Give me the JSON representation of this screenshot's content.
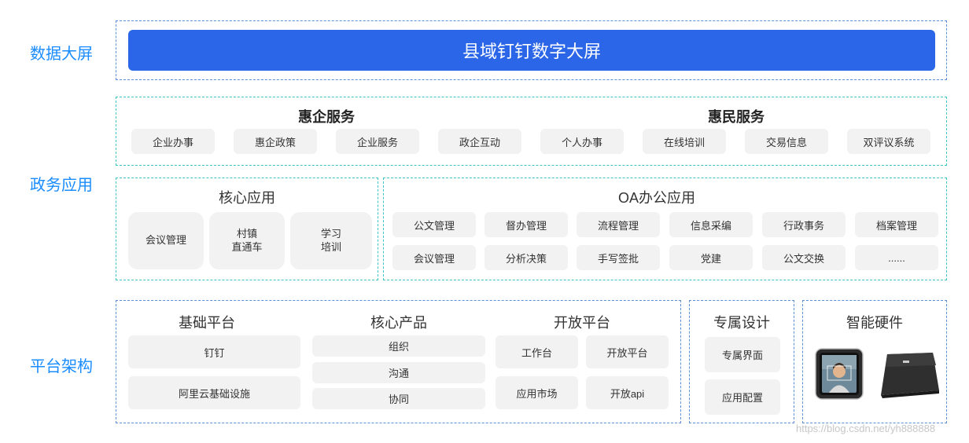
{
  "labels": {
    "data_screen": "数据大屏",
    "gov_apps": "政务应用",
    "platform": "平台架构"
  },
  "banner": {
    "title": "县域钉钉数字大屏"
  },
  "services": {
    "enterprise_title": "惠企服务",
    "citizen_title": "惠民服务",
    "items": [
      "企业办事",
      "惠企政策",
      "企业服务",
      "政企互动",
      "个人办事",
      "在线培训",
      "交易信息",
      "双评议系统"
    ]
  },
  "core_apps": {
    "title": "核心应用",
    "items": [
      "会议管理",
      "村镇\n直通车",
      "学习\n培训"
    ]
  },
  "oa_apps": {
    "title": "OA办公应用",
    "items": [
      "公文管理",
      "督办管理",
      "流程管理",
      "信息采编",
      "行政事务",
      "档案管理",
      "会议管理",
      "分析决策",
      "手写签批",
      "党建",
      "公文交换",
      "......"
    ]
  },
  "platform": {
    "base": {
      "title": "基础平台",
      "items": [
        "钉钉",
        "阿里云基础设施"
      ]
    },
    "core_products": {
      "title": "核心产品",
      "items": [
        "组织",
        "沟通",
        "协同"
      ]
    },
    "open_platform": {
      "title": "开放平台",
      "items": [
        "工作台",
        "开放平台",
        "应用市场",
        "开放api"
      ]
    },
    "custom_design": {
      "title": "专属设计",
      "items": [
        "专属界面",
        "应用配置"
      ]
    },
    "smart_hardware": {
      "title": "智能硬件",
      "devices": [
        "face-recognition-terminal",
        "smart-box"
      ]
    }
  },
  "watermark": "https://blog.csdn.net/yh888888",
  "colors": {
    "accent": "#2b66e8",
    "label": "#1a8cff",
    "teal_border": "#3cc3c3",
    "pill_bg": "#f2f2f2"
  }
}
